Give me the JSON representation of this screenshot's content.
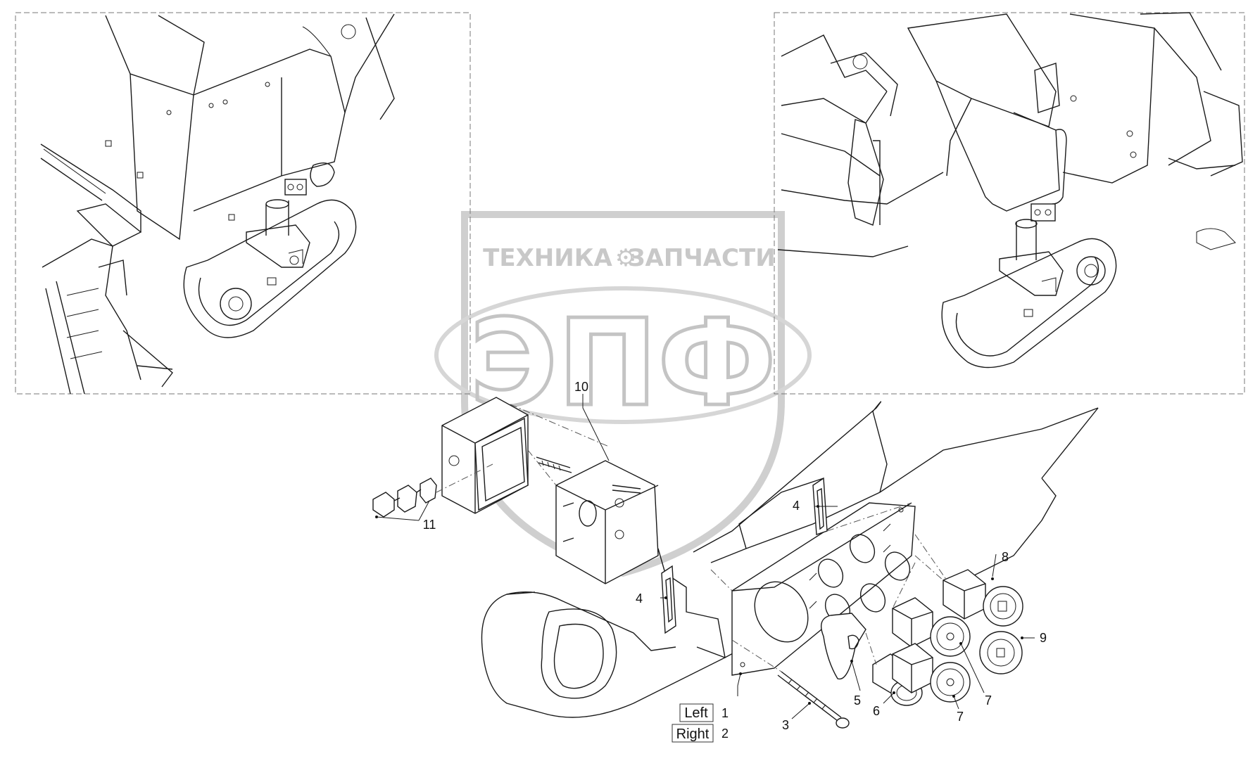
{
  "watermark": {
    "line1": "ТЕХНИКА",
    "line2": "ЗАПЧАСТИ",
    "logo": "ЭПФ",
    "gear_icon": "gear-icon",
    "color": "#c8c8c8"
  },
  "callouts": {
    "c1": "1",
    "c2": "2",
    "c3": "3",
    "c4a": "4",
    "c4b": "4",
    "c5": "5",
    "c6": "6",
    "c7a": "7",
    "c7b": "7",
    "c8": "8",
    "c9": "9",
    "c10": "10",
    "c11": "11"
  },
  "side_labels": {
    "left": "Left",
    "right": "Right"
  }
}
